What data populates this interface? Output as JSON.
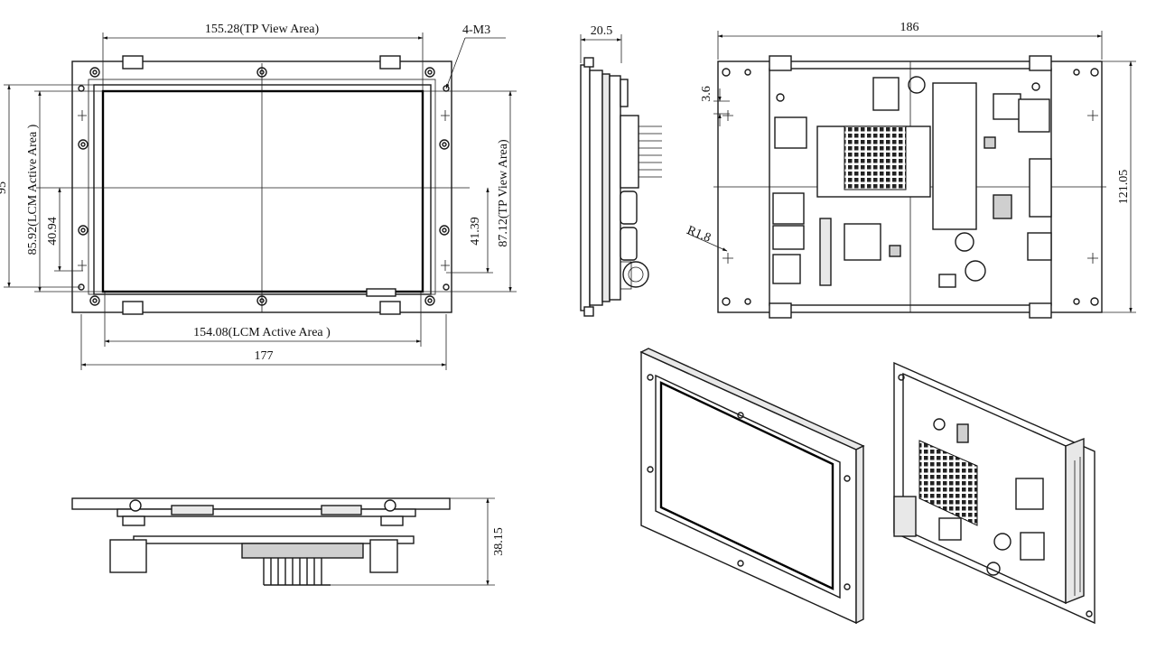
{
  "front_view": {
    "tp_view_width": "155.28(TP View Area)",
    "lcm_active_width": "154.08(LCM Active Area )",
    "overall_width": "177",
    "lcm_active_height": "85.92(LCM Active Area )",
    "tp_view_height": "87.12(TP View Area)",
    "half_height_left": "40.94",
    "half_height_right": "41.39",
    "overall_height_cut": "95",
    "screw_callout": "4-M3"
  },
  "side_view": {
    "depth": "20.5"
  },
  "back_view": {
    "overall_width": "186",
    "overall_height": "121.05",
    "slot_dim": "3.6",
    "corner_radius": "R1.8"
  },
  "bottom_view": {
    "depth": "38.15"
  }
}
